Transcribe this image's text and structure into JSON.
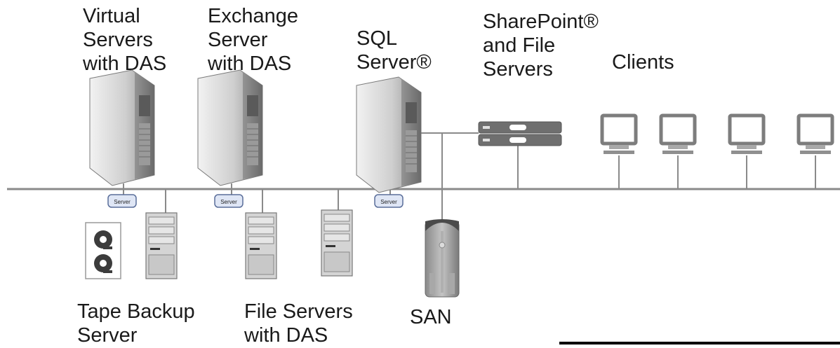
{
  "labels": {
    "virtual_servers": [
      "Virtual",
      "Servers",
      "with DAS"
    ],
    "exchange_server": [
      "Exchange",
      "Server",
      "with DAS"
    ],
    "sql_server": [
      "SQL",
      "Server®"
    ],
    "sharepoint_servers": [
      "SharePoint®",
      "and File",
      "Servers"
    ],
    "clients": [
      "Clients"
    ],
    "tape_backup": [
      "Tape Backup",
      "Server"
    ],
    "file_servers": [
      "File Servers",
      "with DAS"
    ],
    "san": [
      "SAN"
    ]
  },
  "server_badges": [
    "Server",
    "Server",
    "Server"
  ],
  "colors": {
    "network_line": "#8a8a8a",
    "text": "#1a1a1a",
    "badge_fill": "#dfe6f5",
    "badge_stroke": "#5a6e9a"
  },
  "icons": {
    "tower_server": "tower-server-icon",
    "rack_server": "rack-server-icon",
    "client": "desktop-monitor-icon",
    "tape": "tape-reel-icon",
    "san": "san-storage-icon"
  }
}
